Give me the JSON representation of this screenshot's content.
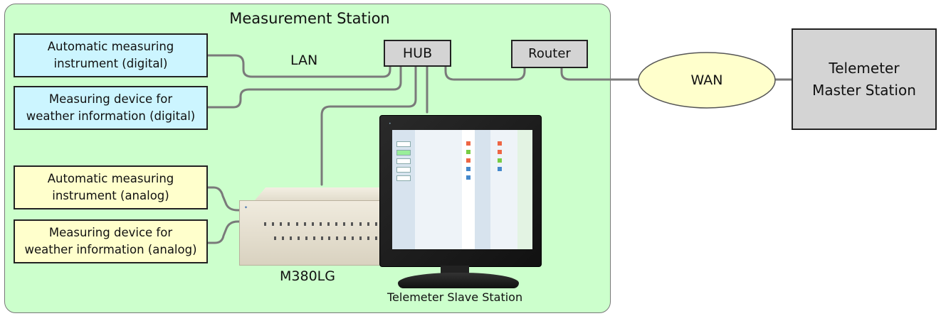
{
  "station": {
    "title": "Measurement Station"
  },
  "instruments": {
    "digital_auto": [
      "Automatic measuring",
      "instrument (digital)"
    ],
    "digital_weather": [
      "Measuring device for",
      "weather information (digital)"
    ],
    "analog_auto": [
      "Automatic measuring",
      "instrument (analog)"
    ],
    "analog_weather": [
      "Measuring device for",
      "weather information (analog)"
    ]
  },
  "network": {
    "hub": "HUB",
    "router": "Router",
    "lan": "LAN",
    "wan": "WAN"
  },
  "master": [
    "Telemeter",
    "Master Station"
  ],
  "devices": {
    "logger": "M380LG",
    "slave": "Telemeter Slave Station"
  },
  "colors": {
    "station_bg": "#ccffcc",
    "digital_box": "#ccf5ff",
    "analog_box": "#ffffcc",
    "network_box": "#d4d4d4",
    "wan_cloud": "#ffffcc",
    "wire": "#7a7a7a"
  }
}
